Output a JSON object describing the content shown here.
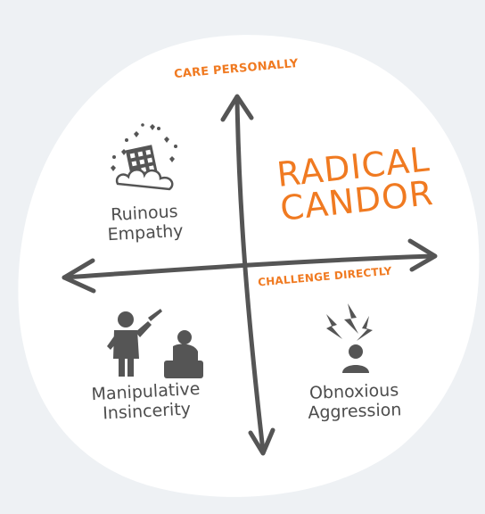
{
  "axes": {
    "vertical_label": "CARE PERSONALLY",
    "horizontal_label": "CHALLENGE DIRECTLY"
  },
  "quadrants": {
    "top_right": {
      "line1": "RADICAL",
      "line2": "CANDOR"
    },
    "top_left": {
      "line1": "Ruinous",
      "line2": "Empathy"
    },
    "bottom_left": {
      "line1": "Manipulative",
      "line2": "Insincerity"
    },
    "bottom_right": {
      "line1": "Obnoxious",
      "line2": "Aggression"
    }
  },
  "colors": {
    "accent": "#f07a21",
    "ink": "#555555",
    "blob": "#ffffff",
    "background": "#eef1f4"
  },
  "icons": {
    "top_left": "building-in-clouds-with-hearts-icon",
    "bottom_left": "person-stabbing-in-back-icon",
    "bottom_right": "person-with-lightning-bolts-icon"
  }
}
